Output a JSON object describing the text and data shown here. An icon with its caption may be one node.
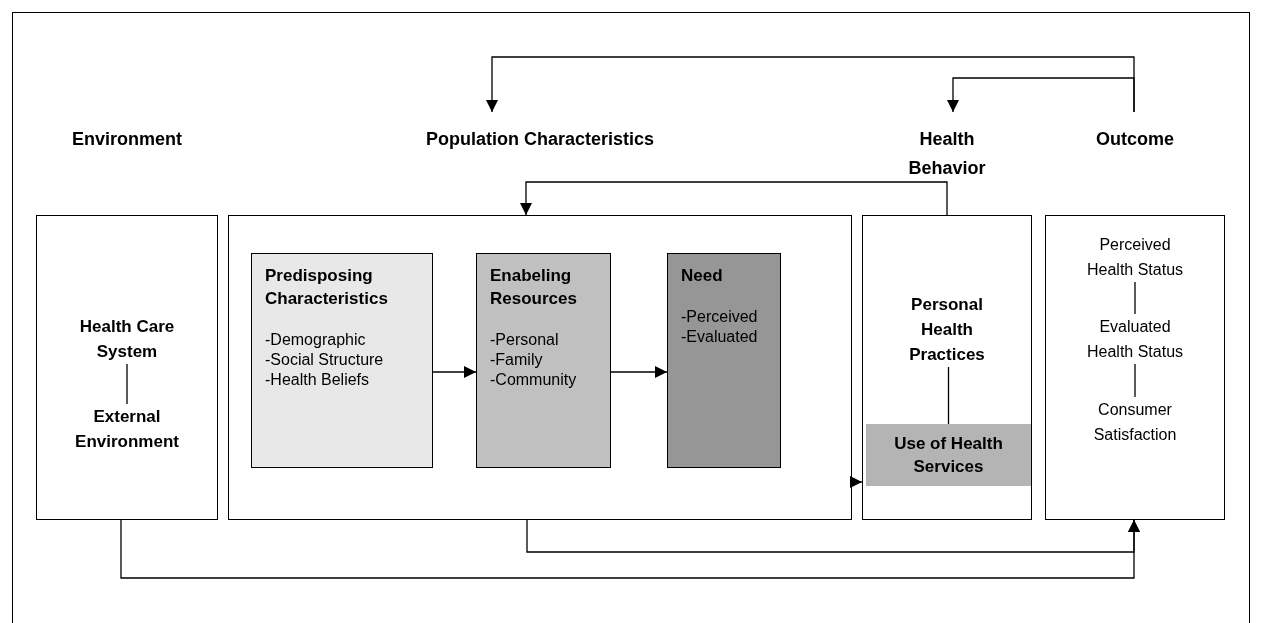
{
  "diagram": {
    "nodes": [
      {
        "text": [
          "Environment"
        ]
      },
      {
        "text": [
          "Health Care System"
        ],
        "in": 0
      },
      {
        "text": [
          "External Environment"
        ],
        "in": 0
      },
      {
        "text": [
          "Population Characteristics"
        ]
      },
      {
        "text": [
          "Predisposing Characteristics",
          "-Demographic -Social Structure -Health Beliefs"
        ],
        "in": 3
      },
      {
        "text": [
          "Enabeling Resources",
          "-Personal -Family -Community"
        ],
        "in": 3
      },
      {
        "text": [
          "Need",
          "-Perceived -Evaluated"
        ],
        "in": 3
      },
      {
        "text": [
          "Health Behavior"
        ]
      },
      {
        "text": [
          "Personal Health Practices"
        ],
        "in": 7
      },
      {
        "text": [
          "Use of Health Services"
        ],
        "in": 7
      },
      {
        "text": [
          "Outcome"
        ]
      },
      {
        "text": [
          "Perceived Health Status"
        ],
        "in": 10
      },
      {
        "text": [
          "Evaluated Health Status"
        ],
        "in": 10
      },
      {
        "text": [
          "Consumer Satisfaction"
        ],
        "in": 10
      }
    ],
    "edges": [
      {
        "from": 1,
        "to": 2,
        "arrow": "none"
      },
      {
        "from": 4,
        "to": 5,
        "arrow": "to"
      },
      {
        "from": 5,
        "to": 6,
        "arrow": "to"
      },
      {
        "from": 3,
        "to": 7,
        "arrow": "to"
      },
      {
        "from": 8,
        "to": 9,
        "arrow": "none"
      },
      {
        "from": 11,
        "to": 12,
        "arrow": "none"
      },
      {
        "from": 12,
        "to": 13,
        "arrow": "none"
      },
      {
        "from": 7,
        "to": 3,
        "arrow": "to"
      },
      {
        "from": 10,
        "to": 3,
        "arrow": "to"
      },
      {
        "from": 10,
        "to": 7,
        "arrow": "to"
      },
      {
        "from": 3,
        "to": 10,
        "arrow": "to"
      },
      {
        "from": 0,
        "to": 10,
        "arrow": "to"
      }
    ]
  }
}
